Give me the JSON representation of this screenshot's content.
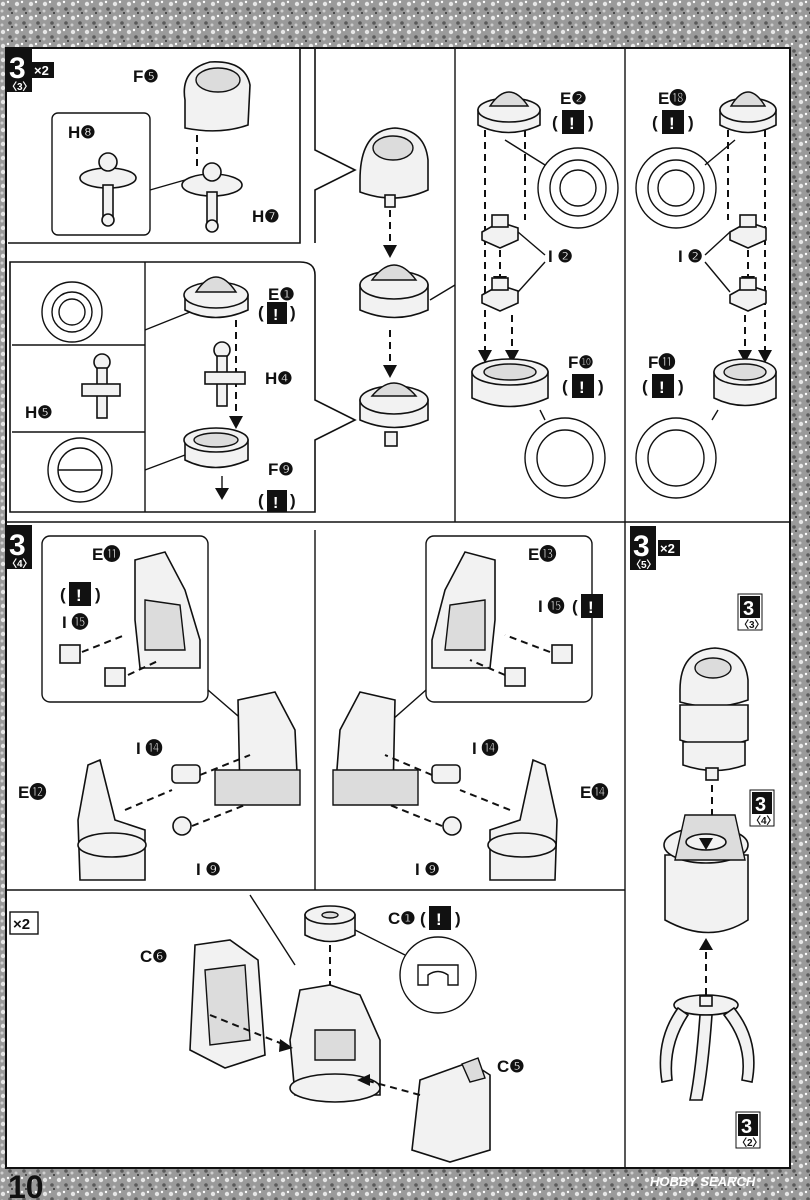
{
  "page_number": "10",
  "watermark": "HOBBY SEARCH",
  "caution": "!",
  "multiplier": "×2",
  "steps": {
    "step3_3": {
      "number": "3",
      "sub": "〈3〉"
    },
    "step3_4": {
      "number": "3",
      "sub": "〈4〉"
    },
    "step3_5": {
      "number": "3",
      "sub": "〈5〉"
    }
  },
  "refs": {
    "ref_3": {
      "number": "3",
      "sub": "〈3〉"
    },
    "ref_4": {
      "number": "3",
      "sub": "〈4〉"
    },
    "ref_2": {
      "number": "3",
      "sub": "〈2〉"
    }
  },
  "parts": {
    "F5": "F❺",
    "H8": "H❽",
    "H7": "H❼",
    "E1": "E❶",
    "H4": "H❹",
    "H5": "H❺",
    "F9": "F❾",
    "E2": "E❷",
    "E18": "E⓲",
    "I2a": "I ❷",
    "I2b": "I ❷",
    "F10": "F❿",
    "F11": "F⓫",
    "E11": "E⓫",
    "I15a": "I ⓯",
    "I14a": "I ⓮",
    "E12": "E⓬",
    "I9a": "I ❾",
    "E13": "E⓭",
    "I15b": "I ⓯",
    "I14b": "I ⓮",
    "E14": "E⓮",
    "I9b": "I ❾",
    "C1": "C❶",
    "C6": "C❻",
    "C5": "C❺"
  }
}
